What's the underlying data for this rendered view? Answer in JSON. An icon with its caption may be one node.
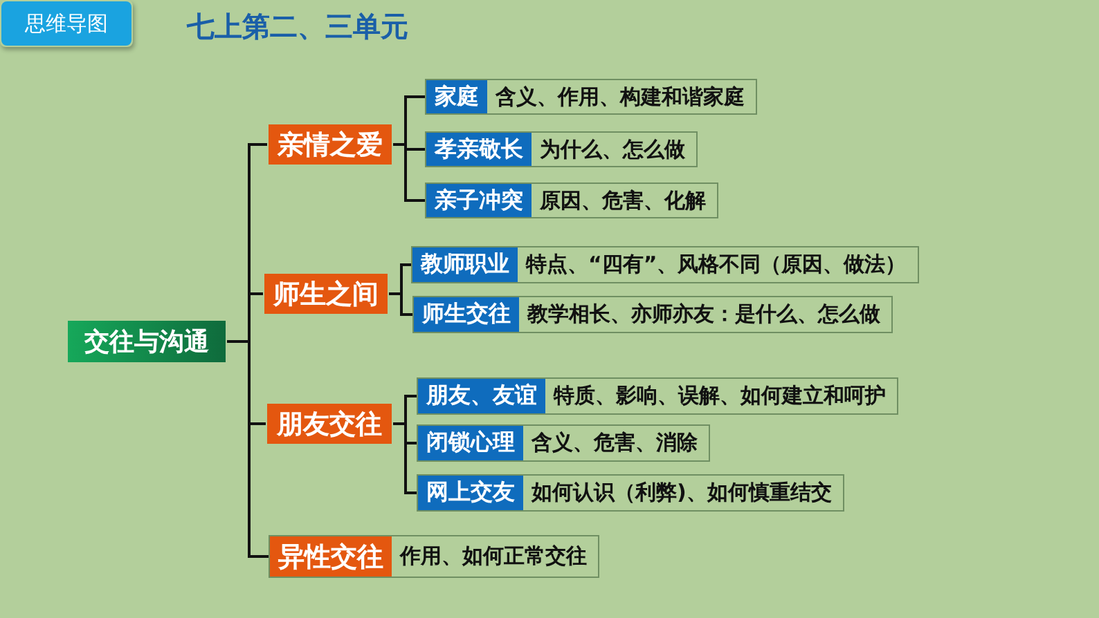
{
  "diagram": {
    "title": "七上第二、三单元",
    "nodes": [
      {
        "text": [
          "思维导图"
        ]
      },
      {
        "text": [
          "交往与沟通"
        ]
      },
      {
        "text": [
          "亲情之爱"
        ]
      },
      {
        "text": [
          "家庭",
          "含义、作用、构建和谐家庭"
        ]
      },
      {
        "text": [
          "孝亲敬长",
          "为什么、怎么做"
        ]
      },
      {
        "text": [
          "亲子冲突",
          "原因、危害、化解"
        ]
      },
      {
        "text": [
          "师生之间"
        ]
      },
      {
        "text": [
          "教师职业",
          "特点、“四有”、风格不同（原因、做法）"
        ]
      },
      {
        "text": [
          "师生交往",
          "教学相长、亦师亦友：是什么、怎么做"
        ]
      },
      {
        "text": [
          "朋友交往"
        ]
      },
      {
        "text": [
          "朋友、友谊",
          "特质、影响、误解、如何建立和呵护"
        ]
      },
      {
        "text": [
          "闭锁心理",
          "含义、危害、消除"
        ]
      },
      {
        "text": [
          "网上交友",
          "如何认识（利弊)、如何慎重结交"
        ]
      },
      {
        "text": [
          "异性交往",
          "作用、如何正常交往"
        ]
      }
    ],
    "edges": [
      {
        "from": 1,
        "to": 2,
        "arrow": "none"
      },
      {
        "from": 1,
        "to": 6,
        "arrow": "none"
      },
      {
        "from": 1,
        "to": 9,
        "arrow": "none"
      },
      {
        "from": 1,
        "to": 13,
        "arrow": "none"
      },
      {
        "from": 2,
        "to": 3,
        "arrow": "none"
      },
      {
        "from": 2,
        "to": 4,
        "arrow": "none"
      },
      {
        "from": 2,
        "to": 5,
        "arrow": "none"
      },
      {
        "from": 6,
        "to": 7,
        "arrow": "none"
      },
      {
        "from": 6,
        "to": 8,
        "arrow": "none"
      },
      {
        "from": 9,
        "to": 10,
        "arrow": "none"
      },
      {
        "from": 9,
        "to": 11,
        "arrow": "none"
      },
      {
        "from": 9,
        "to": 12,
        "arrow": "none"
      }
    ]
  }
}
